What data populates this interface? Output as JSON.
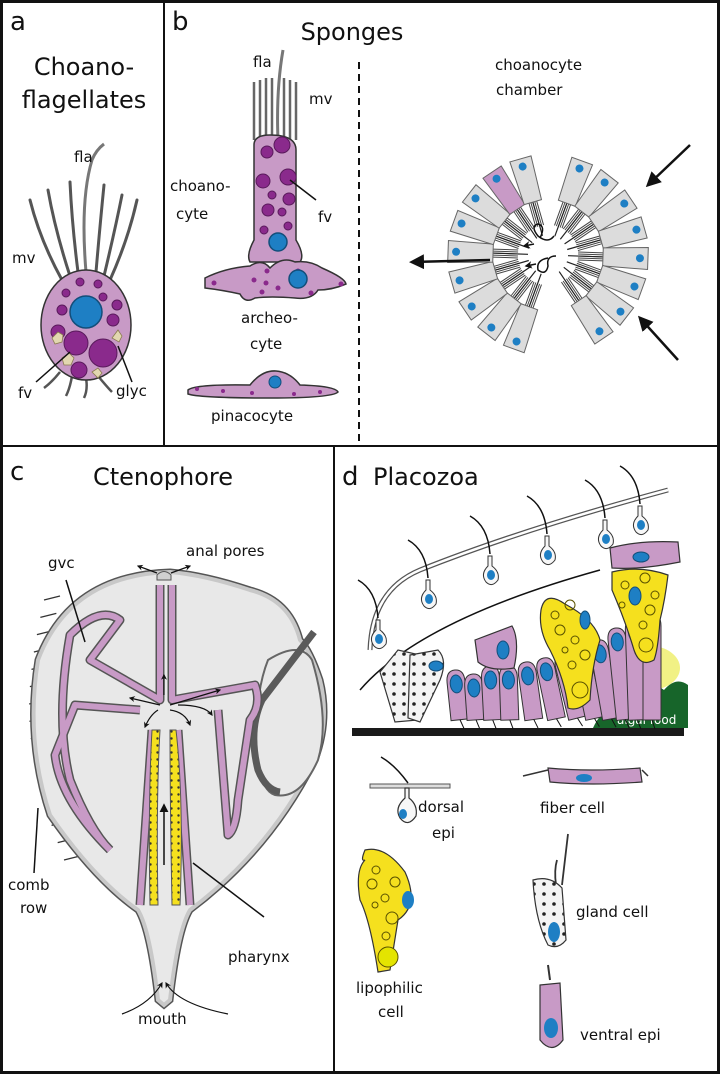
{
  "colors": {
    "purple_cell": "#c89ac6",
    "purple_dark": "#8a2a8c",
    "nucleus_blue": "#1e7fc4",
    "grey_cell": "#d8d8d8",
    "yellow": "#f5e01e",
    "algae_green": "#17652a",
    "beige": "#e2d7b0"
  },
  "panels": {
    "a": {
      "letter": "a",
      "title_line1": "Choano-",
      "title_line2": "flagellates",
      "labels": {
        "fla": "fla",
        "mv": "mv",
        "fv": "fv",
        "glyc": "glyc"
      }
    },
    "b": {
      "letter": "b",
      "title": "Sponges",
      "labels": {
        "fla": "fla",
        "mv": "mv",
        "choanocyte_1": "choano-",
        "choanocyte_2": "cyte",
        "fv": "fv",
        "archeocyte_1": "archeo-",
        "archeocyte_2": "cyte",
        "pinacocyte": "pinacocyte",
        "chamber_1": "choanocyte",
        "chamber_2": "chamber"
      }
    },
    "c": {
      "letter": "c",
      "title": "Ctenophore",
      "labels": {
        "gvc": "gvc",
        "anal_pores": "anal pores",
        "comb_1": "comb",
        "comb_2": "row",
        "pharynx": "pharynx",
        "mouth": "mouth"
      }
    },
    "d": {
      "letter": "d",
      "title": "Placozoa",
      "labels": {
        "algal_food": "algal food",
        "dorsal_1": "dorsal",
        "dorsal_2": "epi",
        "fiber": "fiber cell",
        "lipo_1": "lipophilic",
        "lipo_2": "cell",
        "gland": "gland cell",
        "ventral": "ventral epi"
      }
    }
  }
}
